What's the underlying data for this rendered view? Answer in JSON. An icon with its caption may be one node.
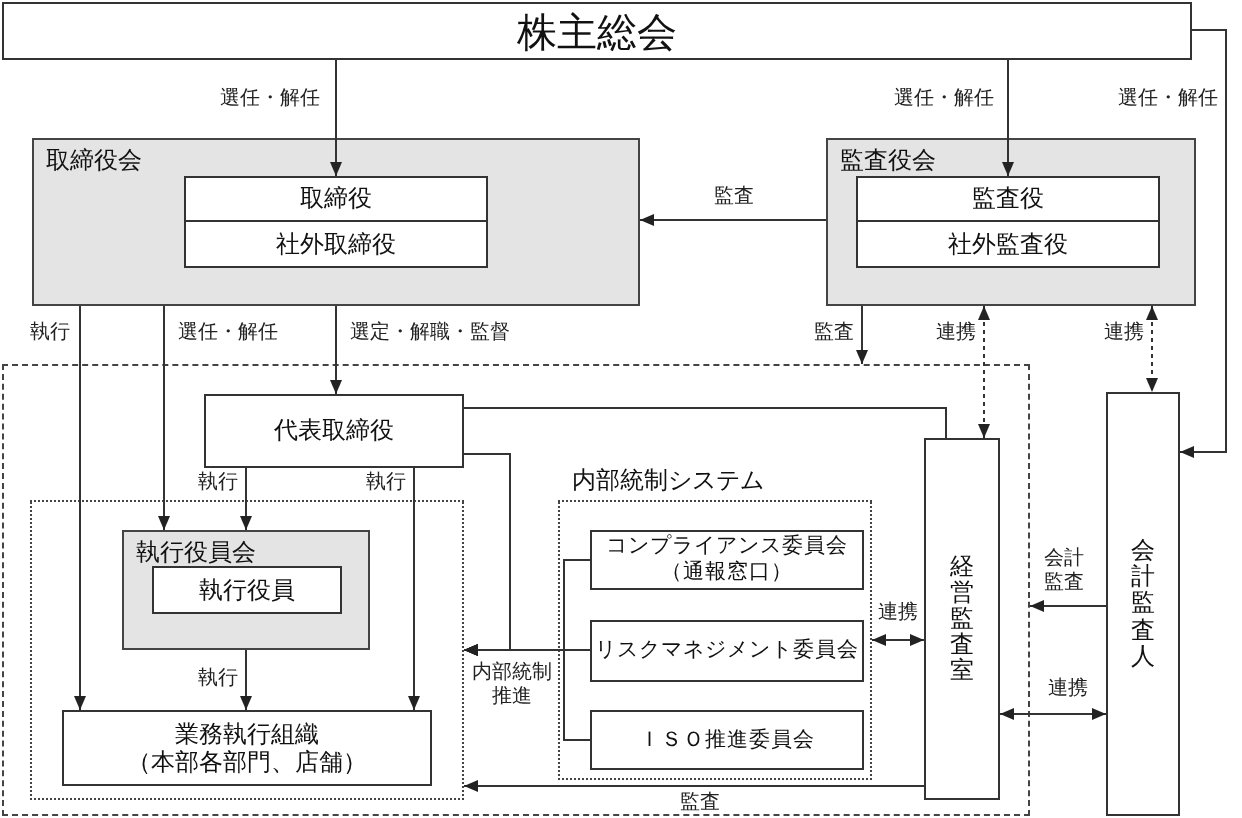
{
  "diagram": {
    "nodes": [
      {
        "text": [
          "株主総会"
        ]
      },
      {
        "text": [
          "取締役会"
        ]
      },
      {
        "text": [
          "取締役"
        ],
        "in": 1
      },
      {
        "text": [
          "社外取締役"
        ],
        "in": 1
      },
      {
        "text": [
          "監査役会"
        ]
      },
      {
        "text": [
          "監査役"
        ],
        "in": 4
      },
      {
        "text": [
          "社外監査役"
        ],
        "in": 4
      },
      {
        "text": [],
        "shape": "box"
      },
      {
        "text": [
          "代表取締役"
        ],
        "in": 7
      },
      {
        "text": [],
        "shape": "box",
        "in": 7
      },
      {
        "text": [
          "執行役員会"
        ],
        "in": 9
      },
      {
        "text": [
          "執行役員"
        ],
        "in": 10
      },
      {
        "text": [
          "業務執行組織",
          "（本部各部門、店舗）"
        ],
        "in": 9
      },
      {
        "text": [
          "内部統制システム"
        ],
        "in": 7
      },
      {
        "text": [
          "コンプライアンス委員会",
          "（通報窓口）"
        ],
        "in": 13
      },
      {
        "text": [
          "リスクマネジメント委員会"
        ],
        "in": 13
      },
      {
        "text": [
          "ＩＳＯ推進委員会"
        ],
        "in": 13
      },
      {
        "text": [
          "経営監査室"
        ],
        "in": 7
      },
      {
        "text": [
          "会計監査人"
        ]
      }
    ],
    "edges": [
      {
        "from": 0,
        "to": 2,
        "arrow": "to",
        "label": "選任・解任"
      },
      {
        "from": 0,
        "to": 5,
        "arrow": "to",
        "label": "選任・解任"
      },
      {
        "from": 0,
        "to": 18,
        "arrow": "to",
        "label": "選任・解任"
      },
      {
        "from": 4,
        "to": 1,
        "arrow": "to",
        "label": "監査"
      },
      {
        "from": 1,
        "to": 12,
        "arrow": "to",
        "label": "執行"
      },
      {
        "from": 1,
        "to": 10,
        "arrow": "to",
        "label": "選任・解任"
      },
      {
        "from": 1,
        "to": 8,
        "arrow": "to",
        "label": "選定・解職・監督"
      },
      {
        "from": 4,
        "to": 7,
        "arrow": "to",
        "label": "監査"
      },
      {
        "from": 4,
        "to": 17,
        "arrow": "both",
        "label": "連携",
        "style": "dashed"
      },
      {
        "from": 4,
        "to": 18,
        "arrow": "both",
        "label": "連携",
        "style": "dashed"
      },
      {
        "from": 8,
        "to": 10,
        "arrow": "to",
        "label": "執行"
      },
      {
        "from": 8,
        "to": 12,
        "arrow": "to",
        "label": "執行"
      },
      {
        "from": 10,
        "to": 12,
        "arrow": "to",
        "label": "執行"
      },
      {
        "from": 8,
        "to": 17,
        "arrow": "none"
      },
      {
        "from": 8,
        "to": 9,
        "arrow": "to",
        "label": "内部統制推進"
      },
      {
        "from": 14,
        "to": 9,
        "arrow": "to"
      },
      {
        "from": 15,
        "to": 9,
        "arrow": "to"
      },
      {
        "from": 16,
        "to": 9,
        "arrow": "to"
      },
      {
        "from": 13,
        "to": 17,
        "arrow": "both",
        "label": "連携"
      },
      {
        "from": 17,
        "to": 9,
        "arrow": "to",
        "label": "監査"
      },
      {
        "from": 18,
        "to": 7,
        "arrow": "to",
        "label": "会計監査"
      },
      {
        "from": 17,
        "to": 18,
        "arrow": "both",
        "label": "連携"
      }
    ]
  }
}
